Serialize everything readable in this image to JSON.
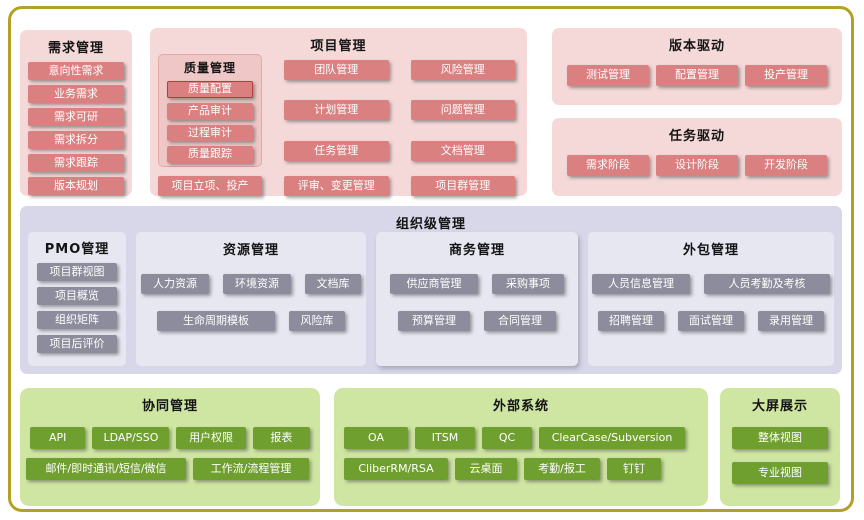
{
  "requirements": {
    "title": "需求管理",
    "items": [
      "意向性需求",
      "业务需求",
      "需求可研",
      "需求拆分",
      "需求跟踪",
      "版本规划"
    ]
  },
  "project": {
    "title": "项目管理",
    "quality": {
      "title": "质量管理",
      "items": [
        "质量配置",
        "产品审计",
        "过程审计",
        "质量跟踪"
      ]
    },
    "grid": [
      "团队管理",
      "风险管理",
      "计划管理",
      "问题管理",
      "任务管理",
      "文档管理"
    ],
    "bottom": [
      "项目立项、投产",
      "评审、变更管理",
      "项目群管理"
    ]
  },
  "version_driven": {
    "title": "版本驱动",
    "items": [
      "测试管理",
      "配置管理",
      "投产管理"
    ]
  },
  "task_driven": {
    "title": "任务驱动",
    "items": [
      "需求阶段",
      "设计阶段",
      "开发阶段"
    ]
  },
  "org": {
    "title": "组织级管理",
    "pmo": {
      "title": "PMO管理",
      "items": [
        "项目群视图",
        "项目概览",
        "组织矩阵",
        "项目后评价"
      ]
    },
    "resource": {
      "title": "资源管理",
      "row1": [
        "人力资源",
        "环境资源",
        "文档库"
      ],
      "row2": [
        "生命周期模板",
        "风险库"
      ]
    },
    "business": {
      "title": "商务管理",
      "row1": [
        "供应商管理",
        "采购事项"
      ],
      "row2": [
        "预算管理",
        "合同管理"
      ]
    },
    "outsourcing": {
      "title": "外包管理",
      "row1": [
        "人员信息管理",
        "人员考勤及考核"
      ],
      "row2": [
        "招聘管理",
        "面试管理",
        "录用管理"
      ]
    }
  },
  "collaboration": {
    "title": "协同管理",
    "row1": [
      "API",
      "LDAP/SSO",
      "用户权限",
      "报表"
    ],
    "row2": [
      "邮件/即时通讯/短信/微信",
      "工作流/流程管理"
    ]
  },
  "external": {
    "title": "外部系统",
    "row1": [
      "OA",
      "ITSM",
      "QC",
      "ClearCase/Subversion"
    ],
    "row2": [
      "CliberRM/RSA",
      "云桌面",
      "考勤/报工",
      "钉钉"
    ]
  },
  "display": {
    "title": "大屏展示",
    "items": [
      "整体视图",
      "专业视图"
    ]
  },
  "colors": {
    "frame_border": "#b3a125",
    "pink_panel": "#f5d9d9",
    "pink_block": "#db8080",
    "lavender_panel": "#d7d7e9",
    "gray_block": "#8c8c9c",
    "green_panel": "#cfe5a2",
    "green_block": "#6fa02f"
  }
}
